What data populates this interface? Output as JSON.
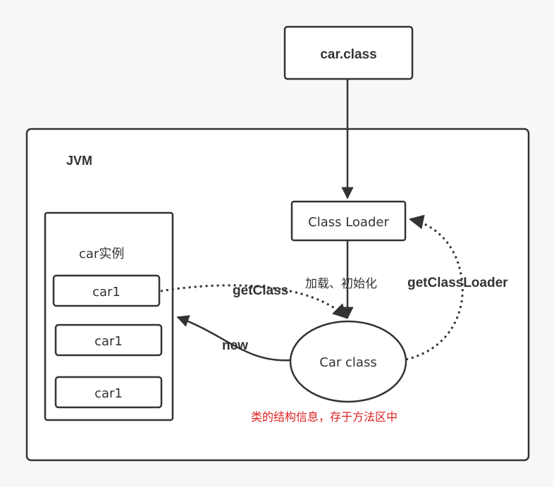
{
  "nodes": {
    "car_class_file": "car.class",
    "jvm_label": "JVM",
    "class_loader": "Class Loader",
    "car_class": "Car class",
    "instances_title": "car实例",
    "instances": [
      "car1",
      "car1",
      "car1"
    ]
  },
  "edges": {
    "load_init": "加载、初始化",
    "get_class": "getClass",
    "get_class_loader": "getClassLoader",
    "new": "new"
  },
  "note": "类的结构信息，存于方法区中",
  "colors": {
    "background": "#f7f7f7",
    "stroke": "#333333",
    "box_fill": "#ffffff",
    "note": "#e02020"
  }
}
